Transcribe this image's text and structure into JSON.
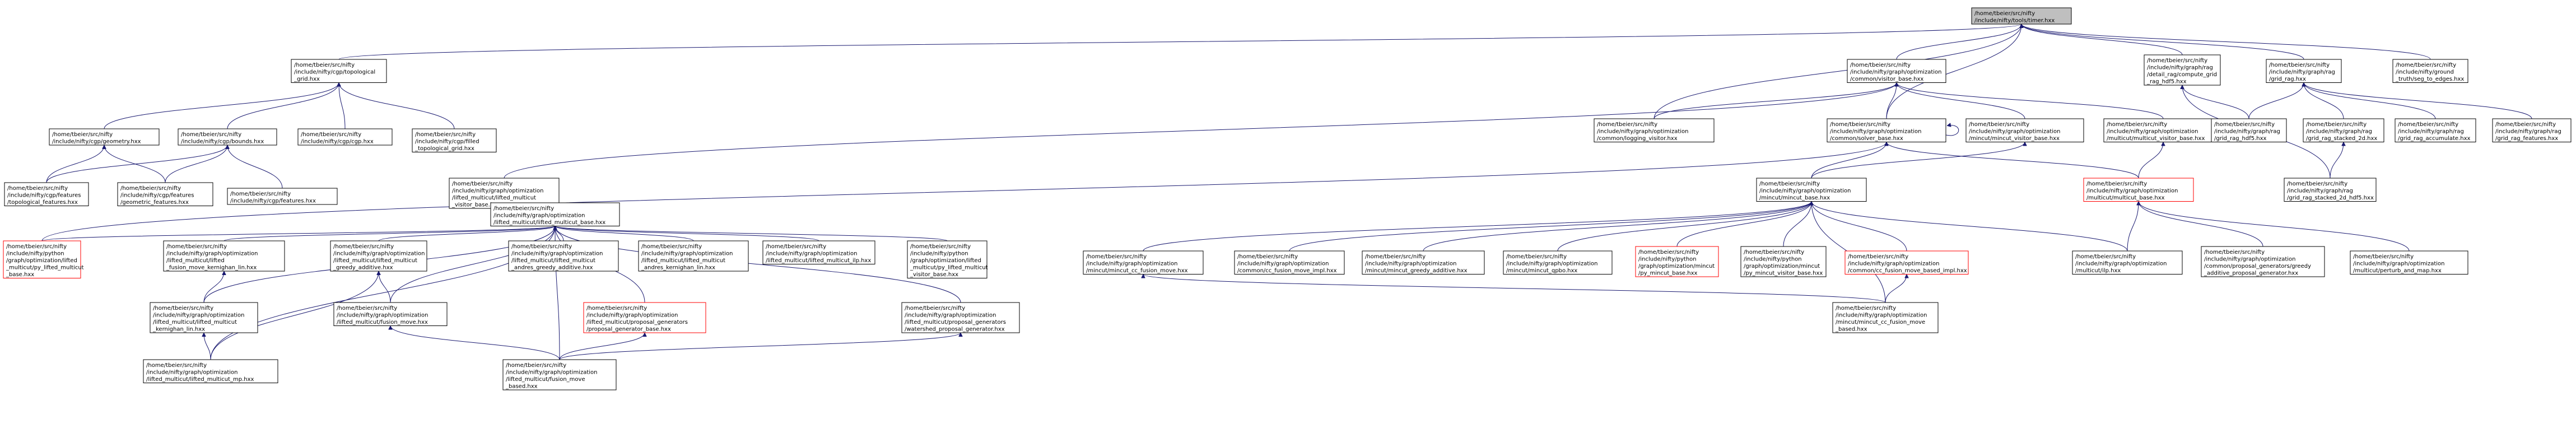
{
  "diagram": {
    "title": "",
    "nodes": [
      {
        "id": "root",
        "lines": [
          "/home/tbeier/src/nifty",
          "/include/nifty/tools/timer.hxx"
        ],
        "style": "root"
      },
      {
        "id": "topo_grid",
        "lines": [
          "/home/tbeier/src/nifty",
          "/include/nifty/cgp/topological",
          "_grid.hxx"
        ],
        "style": "normal"
      },
      {
        "id": "geometry",
        "lines": [
          "/home/tbeier/src/nifty",
          "/include/nifty/cgp/geometry.hxx"
        ],
        "style": "normal"
      },
      {
        "id": "bounds",
        "lines": [
          "/home/tbeier/src/nifty",
          "/include/nifty/cgp/bounds.hxx"
        ],
        "style": "normal"
      },
      {
        "id": "cgp",
        "lines": [
          "/home/tbeier/src/nifty",
          "/include/nifty/cgp/cgp.hxx"
        ],
        "style": "normal"
      },
      {
        "id": "filled_topo",
        "lines": [
          "/home/tbeier/src/nifty",
          "/include/nifty/cgp/filled",
          "_topological_grid.hxx"
        ],
        "style": "normal"
      },
      {
        "id": "topo_features",
        "lines": [
          "/home/tbeier/src/nifty",
          "/include/nifty/cgp/features",
          "/topological_features.hxx"
        ],
        "style": "normal"
      },
      {
        "id": "geo_features",
        "lines": [
          "/home/tbeier/src/nifty",
          "/include/nifty/cgp/features",
          "/geometric_features.hxx"
        ],
        "style": "normal"
      },
      {
        "id": "cgp_features",
        "lines": [
          "/home/tbeier/src/nifty",
          "/include/nifty/cgp/features.hxx"
        ],
        "style": "normal"
      },
      {
        "id": "visitor_base",
        "lines": [
          "/home/tbeier/src/nifty",
          "/include/nifty/graph/optimization",
          "/common/visitor_base.hxx"
        ],
        "style": "normal"
      },
      {
        "id": "compute_grid",
        "lines": [
          "/home/tbeier/src/nifty",
          "/include/nifty/graph/rag",
          "/detail_rag/compute_grid",
          "_rag_hdf5.hxx"
        ],
        "style": "normal"
      },
      {
        "id": "grid_rag",
        "lines": [
          "/home/tbeier/src/nifty",
          "/include/nifty/graph/rag",
          "/grid_rag.hxx"
        ],
        "style": "normal"
      },
      {
        "id": "ground_truth",
        "lines": [
          "/home/tbeier/src/nifty",
          "/include/nifty/ground",
          "_truth/seg_to_edges.hxx"
        ],
        "style": "normal"
      },
      {
        "id": "logging_visitor",
        "lines": [
          "/home/tbeier/src/nifty",
          "/include/nifty/graph/optimization",
          "/common/logging_visitor.hxx"
        ],
        "style": "normal"
      },
      {
        "id": "solver_base",
        "lines": [
          "/home/tbeier/src/nifty",
          "/include/nifty/graph/optimization",
          "/common/solver_base.hxx"
        ],
        "style": "normal"
      },
      {
        "id": "mincut_visitor_base",
        "lines": [
          "/home/tbeier/src/nifty",
          "/include/nifty/graph/optimization",
          "/mincut/mincut_visitor_base.hxx"
        ],
        "style": "normal"
      },
      {
        "id": "multicut_visitor_base",
        "lines": [
          "/home/tbeier/src/nifty",
          "/include/nifty/graph/optimization",
          "/multicut/multicut_visitor_base.hxx"
        ],
        "style": "normal"
      },
      {
        "id": "grid_rag_hdf5",
        "lines": [
          "/home/tbeier/src/nifty",
          "/include/nifty/graph/rag",
          "/grid_rag_hdf5.hxx"
        ],
        "style": "normal"
      },
      {
        "id": "grid_rag_stacked",
        "lines": [
          "/home/tbeier/src/nifty",
          "/include/nifty/graph/rag",
          "/grid_rag_stacked_2d.hxx"
        ],
        "style": "normal"
      },
      {
        "id": "grid_rag_accumulate",
        "lines": [
          "/home/tbeier/src/nifty",
          "/include/nifty/graph/rag",
          "/grid_rag_accumulate.hxx"
        ],
        "style": "normal"
      },
      {
        "id": "grid_rag_features",
        "lines": [
          "/home/tbeier/src/nifty",
          "/include/nifty/graph/rag",
          "/grid_rag_features.hxx"
        ],
        "style": "normal"
      },
      {
        "id": "grid_rag_stacked_hdf5",
        "lines": [
          "/home/tbeier/src/nifty",
          "/include/nifty/graph/rag",
          "/grid_rag_stacked_2d_hdf5.hxx"
        ],
        "style": "normal"
      },
      {
        "id": "lifted_visitor_base",
        "lines": [
          "/home/tbeier/src/nifty",
          "/include/nifty/graph/optimization",
          "/lifted_multicut/lifted_multicut",
          "_visitor_base.hxx"
        ],
        "style": "normal"
      },
      {
        "id": "lifted_base",
        "lines": [
          "/home/tbeier/src/nifty",
          "/include/nifty/graph/optimization",
          "/lifted_multicut/lifted_multicut_base.hxx"
        ],
        "style": "normal"
      },
      {
        "id": "mincut_base",
        "lines": [
          "/home/tbeier/src/nifty",
          "/include/nifty/graph/optimization",
          "/mincut/mincut_base.hxx"
        ],
        "style": "normal"
      },
      {
        "id": "multicut_base",
        "lines": [
          "/home/tbeier/src/nifty",
          "/include/nifty/graph/optimization",
          "/multicut/multicut_base.hxx"
        ],
        "style": "red"
      },
      {
        "id": "py_lifted_base",
        "lines": [
          "/home/tbeier/src/nifty",
          "/include/nifty/python",
          "/graph/optimization/lifted",
          "_multicut/py_lifted_multicut",
          "_base.hxx"
        ],
        "style": "red"
      },
      {
        "id": "lifted_kl",
        "lines": [
          "/home/tbeier/src/nifty",
          "/include/nifty/graph/optimization",
          "/lifted_multicut/lifted",
          "_fusion_move_kernighan_lin.hxx"
        ],
        "style": "normal"
      },
      {
        "id": "lifted_greedy",
        "lines": [
          "/home/tbeier/src/nifty",
          "/include/nifty/graph/optimization",
          "/lifted_multicut/lifted_multicut",
          "_greedy_additive.hxx"
        ],
        "style": "normal"
      },
      {
        "id": "lifted_andres_greedy",
        "lines": [
          "/home/tbeier/src/nifty",
          "/include/nifty/graph/optimization",
          "/lifted_multicut/lifted_multicut",
          "_andres_greedy_additive.hxx"
        ],
        "style": "normal"
      },
      {
        "id": "lifted_andres_kl",
        "lines": [
          "/home/tbeier/src/nifty",
          "/include/nifty/graph/optimization",
          "/lifted_multicut/lifted_multicut",
          "_andres_kernighan_lin.hxx"
        ],
        "style": "normal"
      },
      {
        "id": "lifted_ilp",
        "lines": [
          "/home/tbeier/src/nifty",
          "/include/nifty/graph/optimization",
          "/lifted_multicut/lifted_multicut_ilp.hxx"
        ],
        "style": "normal"
      },
      {
        "id": "py_lifted_visitor",
        "lines": [
          "/home/tbeier/src/nifty",
          "/include/nifty/python",
          "/graph/optimization/lifted",
          "_multicut/py_lifted_multicut",
          "_visitor_base.hxx"
        ],
        "style": "normal"
      },
      {
        "id": "mincut_cc_fusion",
        "lines": [
          "/home/tbeier/src/nifty",
          "/include/nifty/graph/optimization",
          "/mincut/mincut_cc_fusion_move.hxx"
        ],
        "style": "normal"
      },
      {
        "id": "cc_fusion_impl",
        "lines": [
          "/home/tbeier/src/nifty",
          "/include/nifty/graph/optimization",
          "/common/cc_fusion_move_impl.hxx"
        ],
        "style": "normal"
      },
      {
        "id": "mincut_greedy",
        "lines": [
          "/home/tbeier/src/nifty",
          "/include/nifty/graph/optimization",
          "/mincut/mincut_greedy_additive.hxx"
        ],
        "style": "normal"
      },
      {
        "id": "mincut_qpbo",
        "lines": [
          "/home/tbeier/src/nifty",
          "/include/nifty/graph/optimization",
          "/mincut/mincut_qpbo.hxx"
        ],
        "style": "normal"
      },
      {
        "id": "py_mincut_base",
        "lines": [
          "/home/tbeier/src/nifty",
          "/include/nifty/python",
          "/graph/optimization/mincut",
          "/py_mincut_base.hxx"
        ],
        "style": "red"
      },
      {
        "id": "py_mincut_visitor",
        "lines": [
          "/home/tbeier/src/nifty",
          "/include/nifty/python",
          "/graph/optimization/mincut",
          "/py_mincut_visitor_base.hxx"
        ],
        "style": "normal"
      },
      {
        "id": "cc_fusion_based_impl",
        "lines": [
          "/home/tbeier/src/nifty",
          "/include/nifty/graph/optimization",
          "/common/cc_fusion_move_based_impl.hxx"
        ],
        "style": "red"
      },
      {
        "id": "multicut_ilp",
        "lines": [
          "/home/tbeier/src/nifty",
          "/include/nifty/graph/optimization",
          "/multicut/ilp.hxx"
        ],
        "style": "normal"
      },
      {
        "id": "proposal_gen_greedy",
        "lines": [
          "/home/tbeier/src/nifty",
          "/include/nifty/graph/optimization",
          "/common/proposal_generators/greedy",
          "_additive_proposal_generator.hxx"
        ],
        "style": "normal"
      },
      {
        "id": "perturb_map",
        "lines": [
          "/home/tbeier/src/nifty",
          "/include/nifty/graph/optimization",
          "/multicut/perturb_and_map.hxx"
        ],
        "style": "normal"
      },
      {
        "id": "lifted_multicut_kl",
        "lines": [
          "/home/tbeier/src/nifty",
          "/include/nifty/graph/optimization",
          "/lifted_multicut/lifted_multicut",
          "_kernighan_lin.hxx"
        ],
        "style": "normal"
      },
      {
        "id": "lifted_fusion_move",
        "lines": [
          "/home/tbeier/src/nifty",
          "/include/nifty/graph/optimization",
          "/lifted_multicut/fusion_move.hxx"
        ],
        "style": "normal"
      },
      {
        "id": "proposal_gen_base",
        "lines": [
          "/home/tbeier/src/nifty",
          "/include/nifty/graph/optimization",
          "/lifted_multicut/proposal_generators",
          "/proposal_generator_base.hxx"
        ],
        "style": "red"
      },
      {
        "id": "watershed_gen",
        "lines": [
          "/home/tbeier/src/nifty",
          "/include/nifty/graph/optimization",
          "/lifted_multicut/proposal_generators",
          "/watershed_proposal_generator.hxx"
        ],
        "style": "normal"
      },
      {
        "id": "mincut_cc_fusion_based",
        "lines": [
          "/home/tbeier/src/nifty",
          "/include/nifty/graph/optimization",
          "/mincut/mincut_cc_fusion_move",
          "_based.hxx"
        ],
        "style": "normal"
      },
      {
        "id": "lifted_mp",
        "lines": [
          "/home/tbeier/src/nifty",
          "/include/nifty/graph/optimization",
          "/lifted_multicut/lifted_multicut_mp.hxx"
        ],
        "style": "normal"
      },
      {
        "id": "fusion_move_based",
        "lines": [
          "/home/tbeier/src/nifty",
          "/include/nifty/graph/optimization",
          "/lifted_multicut/fusion_move",
          "_based.hxx"
        ],
        "style": "normal"
      }
    ],
    "edges": [
      [
        "topo_grid",
        "root"
      ],
      [
        "visitor_base",
        "root"
      ],
      [
        "compute_grid",
        "root"
      ],
      [
        "grid_rag",
        "root"
      ],
      [
        "ground_truth",
        "root"
      ],
      [
        "logging_visitor",
        "root"
      ],
      [
        "solver_base",
        "root"
      ],
      [
        "geometry",
        "topo_grid"
      ],
      [
        "bounds",
        "topo_grid"
      ],
      [
        "cgp",
        "topo_grid"
      ],
      [
        "filled_topo",
        "topo_grid"
      ],
      [
        "topo_features",
        "geometry"
      ],
      [
        "geo_features",
        "geometry"
      ],
      [
        "topo_features",
        "bounds"
      ],
      [
        "geo_features",
        "bounds"
      ],
      [
        "cgp_features",
        "bounds"
      ],
      [
        "logging_visitor",
        "visitor_base"
      ],
      [
        "solver_base",
        "visitor_base"
      ],
      [
        "mincut_visitor_base",
        "visitor_base"
      ],
      [
        "multicut_visitor_base",
        "visitor_base"
      ],
      [
        "lifted_visitor_base",
        "visitor_base"
      ],
      [
        "solver_base",
        "solver_base"
      ],
      [
        "grid_rag_hdf5",
        "compute_grid"
      ],
      [
        "grid_rag_stacked_hdf5",
        "compute_grid"
      ],
      [
        "grid_rag_hdf5",
        "grid_rag"
      ],
      [
        "grid_rag_stacked",
        "grid_rag"
      ],
      [
        "grid_rag_accumulate",
        "grid_rag"
      ],
      [
        "grid_rag_features",
        "grid_rag"
      ],
      [
        "grid_rag_stacked_hdf5",
        "grid_rag_stacked"
      ],
      [
        "mincut_base",
        "solver_base"
      ],
      [
        "multicut_base",
        "solver_base"
      ],
      [
        "py_lifted_base",
        "solver_base"
      ],
      [
        "mincut_base",
        "mincut_visitor_base"
      ],
      [
        "multicut_base",
        "multicut_visitor_base"
      ],
      [
        "py_lifted_base",
        "lifted_base"
      ],
      [
        "lifted_kl",
        "lifted_base"
      ],
      [
        "lifted_greedy",
        "lifted_base"
      ],
      [
        "lifted_andres_greedy",
        "lifted_base"
      ],
      [
        "lifted_andres_kl",
        "lifted_base"
      ],
      [
        "lifted_ilp",
        "lifted_base"
      ],
      [
        "py_lifted_visitor",
        "lifted_base"
      ],
      [
        "lifted_fusion_move",
        "lifted_base"
      ],
      [
        "proposal_gen_base",
        "lifted_base"
      ],
      [
        "watershed_gen",
        "lifted_base"
      ],
      [
        "lifted_mp",
        "lifted_base"
      ],
      [
        "fusion_move_based",
        "lifted_base"
      ],
      [
        "lifted_multicut_kl",
        "lifted_base"
      ],
      [
        "mincut_cc_fusion",
        "mincut_base"
      ],
      [
        "cc_fusion_impl",
        "mincut_base"
      ],
      [
        "mincut_greedy",
        "mincut_base"
      ],
      [
        "mincut_qpbo",
        "mincut_base"
      ],
      [
        "py_mincut_base",
        "mincut_base"
      ],
      [
        "py_mincut_visitor",
        "mincut_base"
      ],
      [
        "cc_fusion_based_impl",
        "mincut_base"
      ],
      [
        "multicut_ilp",
        "mincut_base"
      ],
      [
        "mincut_cc_fusion_based",
        "mincut_base"
      ],
      [
        "multicut_ilp",
        "multicut_base"
      ],
      [
        "proposal_gen_greedy",
        "multicut_base"
      ],
      [
        "perturb_map",
        "multicut_base"
      ],
      [
        "lifted_multicut_kl",
        "lifted_kl"
      ],
      [
        "lifted_mp",
        "lifted_multicut_kl"
      ],
      [
        "lifted_fusion_move",
        "lifted_greedy"
      ],
      [
        "lifted_mp",
        "lifted_greedy"
      ],
      [
        "fusion_move_based",
        "lifted_fusion_move"
      ],
      [
        "fusion_move_based",
        "proposal_gen_base"
      ],
      [
        "fusion_move_based",
        "watershed_gen"
      ],
      [
        "mincut_cc_fusion_based",
        "cc_fusion_based_impl"
      ],
      [
        "mincut_cc_fusion_based",
        "mincut_cc_fusion"
      ]
    ]
  }
}
